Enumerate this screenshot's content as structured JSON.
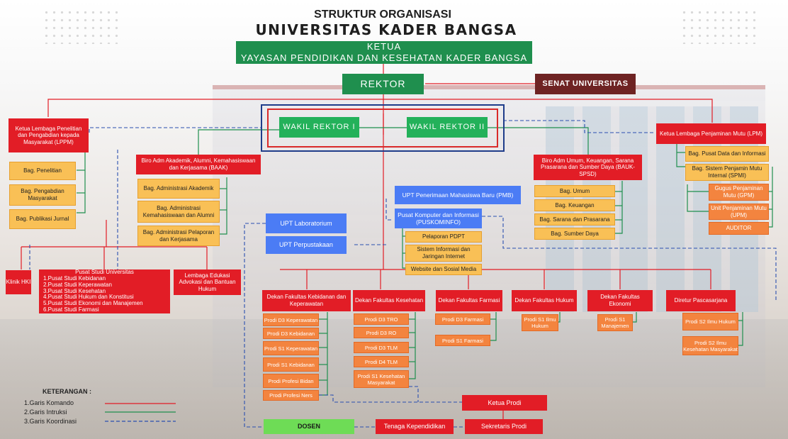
{
  "title": {
    "line1": "STRUKTUR ORGANISASI",
    "line2": "UNIVERSITAS KADER BANGSA"
  },
  "ketua": {
    "line1": "KETUA",
    "line2": "YAYASAN PENDIDIKAN DAN KESEHATAN KADER BANGSA"
  },
  "rektor": "REKTOR",
  "senat": "SENAT UNIVERSITAS",
  "wr1": "WAKIL REKTOR I",
  "wr2": "WAKIL REKTOR II",
  "lppm": {
    "head": "Ketua Lembaga Penelitian dan Pengabdian kepada Masyarakat (LPPM)",
    "items": [
      "Bag. Penelitian",
      "Bag. Pengabdian Masyarakat",
      "Bag. Publikasi Jurnal"
    ]
  },
  "baak": {
    "head": "Biro Adm Akademik, Alumni, Kemahasiswaan dan Kerjasama (BAAK)",
    "items": [
      "Bag. Administrasi Akademik",
      "Bag. Administrasi Kemahasiswaan dan Alumni",
      "Bag. Administrasi Pelaporan dan Kerjasama"
    ]
  },
  "upt_pmb": "UPT Penerimaan Mahasiswa Baru (PMB)",
  "puskom": {
    "head": "Pusat Komputer dan Informasi (PUSKOMINFO)",
    "items": [
      "Pelaporan PDPT",
      "Sistem Informasi dan Jaringan Internet",
      "Website dan Sosial Media"
    ]
  },
  "upt_lab": "UPT Laboratorium",
  "upt_pus": "UPT Perpustakaan",
  "bauk": {
    "head": "Biro Adm Umum, Keuangan, Sarana Prasarana dan Sumber Daya (BAUK-SPSD)",
    "items": [
      "Bag. Umum",
      "Bag. Keuangan",
      "Bag. Sarana dan Prasarana",
      "Bag. Sumber Daya"
    ]
  },
  "lpm": {
    "head": "Ketua Lembaga Penjaminan Mutu (LPM)",
    "items": [
      "Bag. Pusat Data dan Informasi",
      "Bag. Sistem Penjamin Mutu Internal (SPMI)"
    ],
    "sub": [
      "Gugus Penjaminan Mutu (GPM)",
      "Unit Penjaminan Mutu (UPM)",
      "AUDITOR"
    ]
  },
  "klinik": "Klinik HKI",
  "pusat_studi": {
    "head": "Pusat Studi Universitas",
    "items": [
      "1.Pusat Studi Kebidanan",
      "2.Pusat Studi Keperawatan",
      "3.Pusat Studi Kesehatan",
      "4.Pusat Studi Hukum dan Konstitusi",
      "5.Pusat Studi Ekonomi dan Manajemen",
      "6.Pusat Studi Farmasi"
    ]
  },
  "lembaga": "Lembaga Edukasi Advokasi dan Bantuan Hukum",
  "fakultas": [
    {
      "head": "Dekan Fakultas Kebidanan dan Keperawatan",
      "prodi": [
        "Prodi D3 Keperawatan",
        "Prodi D3 Kebidanan",
        "Prodi S1 Keperawatan",
        "Prodi S1 Kebidanan",
        "Prodi Profesi Bidan",
        "Prodi Profesi Ners"
      ]
    },
    {
      "head": "Dekan Fakultas Kesehatan",
      "prodi": [
        "Prodi D3 TRO",
        "Prodi D3 RO",
        "Prodi D3 TLM",
        "Prodi D4 TLM",
        "Prodi S1 Kesehatan Masyarakat"
      ]
    },
    {
      "head": "Dekan Fakultas Farmasi",
      "prodi": [
        "Prodi D3 Farmasi",
        "Prodi S1 Farmasi"
      ]
    },
    {
      "head": "Dekan Fakultas Hukum",
      "prodi": [
        "Prodi S1 Ilmu Hukum"
      ]
    },
    {
      "head": "Dekan Fakultas Ekonomi",
      "prodi": [
        "Prodi S1 Manajemen"
      ]
    },
    {
      "head": "Diretur Pascasarjana",
      "prodi": [
        "Prodi S2 Ilmu Hukum",
        "Prodi S2 Ilmu Kesehatan Masyarakat"
      ]
    }
  ],
  "ketua_prodi": "Ketua Prodi",
  "sekretaris_prodi": "Sekretaris Prodi",
  "tenaga": "Tenaga Kependidikan",
  "dosen": "DOSEN",
  "legend": {
    "title": "KETERANGAN :",
    "items": [
      "1.Garis Komando",
      "2.Garis Intruksi",
      "3.Garis Koordinasi"
    ]
  },
  "colors": {
    "komando": "#e21d26",
    "intruksi": "#1f8f4e",
    "koordinasi": "#2a4fb0"
  }
}
